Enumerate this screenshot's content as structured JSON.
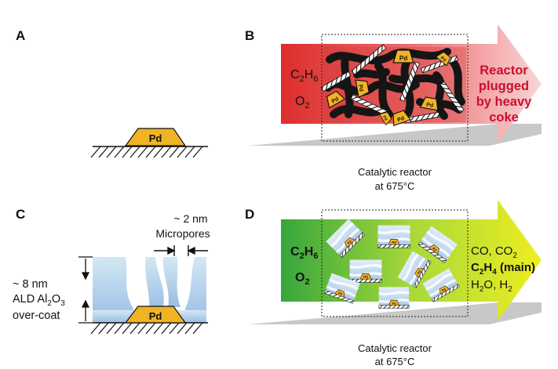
{
  "panels": {
    "a": {
      "letter": "A",
      "pd": "Pd"
    },
    "b": {
      "letter": "B",
      "input1": "C",
      "input1_sub": "2",
      "input1_mid": "H",
      "input1_sub2": "6",
      "input2": "O",
      "input2_sub": "2",
      "result_lines": [
        "Reactor",
        "plugged",
        "by heavy",
        "coke"
      ],
      "reactor_line1": "Catalytic reactor",
      "reactor_line2": "at 675°C",
      "particle_label": "Pd"
    },
    "c": {
      "letter": "C",
      "pore_size": "~ 2 nm",
      "pore_name": "Micropores",
      "coat_line1": "~ 8 nm",
      "coat_line2_main": "ALD Al",
      "coat_line2_sub1": "2",
      "coat_line2_mid": "O",
      "coat_line2_sub2": "3",
      "coat_line3": "over-coat",
      "pd": "Pd"
    },
    "d": {
      "letter": "D",
      "input1": "C",
      "input1_sub": "2",
      "input1_mid": "H",
      "input1_sub2": "6",
      "input2": "O",
      "input2_sub": "2",
      "out1": "CO, CO",
      "out1_sub": "2",
      "out2_a": "C",
      "out2_sub1": "2",
      "out2_b": "H",
      "out2_sub2": "4",
      "out2_c": " (main)",
      "out3_a": "H",
      "out3_sub1": "2",
      "out3_b": "O, H",
      "out3_sub2": "2",
      "reactor_line1": "Catalytic reactor",
      "reactor_line2": "at 675°C",
      "particle_label": "Pd"
    }
  },
  "colors": {
    "pd_fill": "#f0b323",
    "arrow_b_start": "#e0302e",
    "arrow_b_end": "#f6c4c8",
    "arrow_d_start": "#3aa83e",
    "arrow_d_end": "#e6ee18",
    "coke": "#151515",
    "overcoat_top": "#cfe4f2",
    "overcoat_bottom": "#9ec2e6"
  }
}
